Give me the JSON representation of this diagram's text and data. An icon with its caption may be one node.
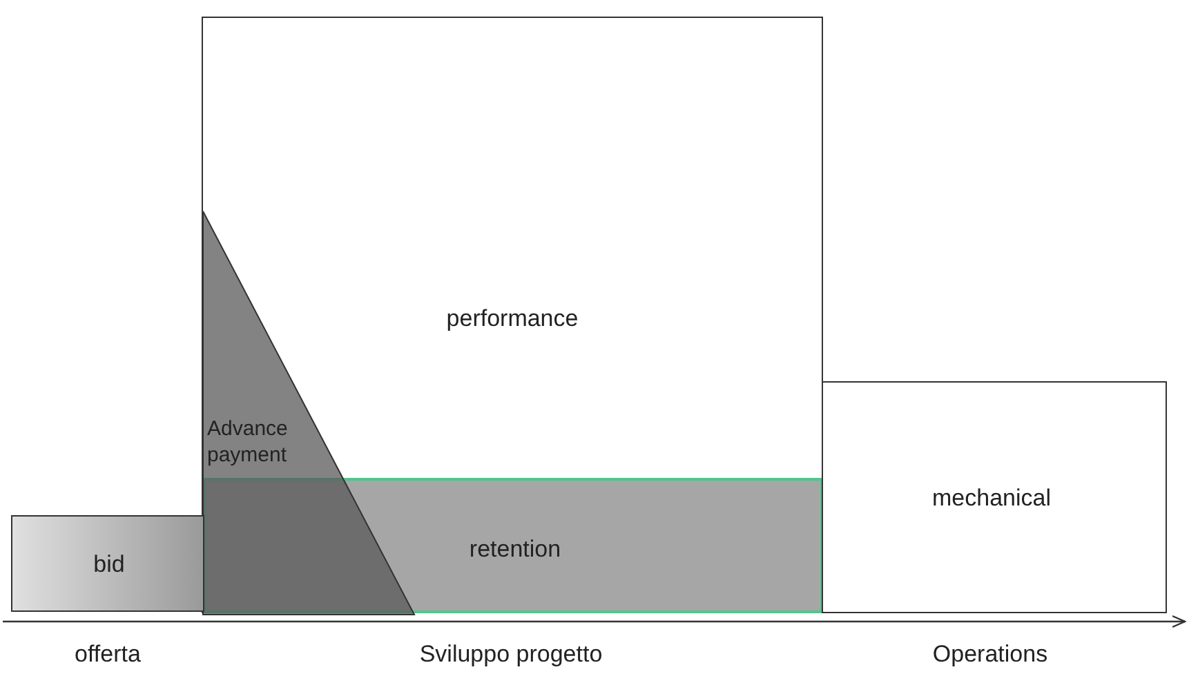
{
  "diagram": {
    "nodes": [
      {
        "text": [
          "bid"
        ]
      },
      {
        "text": [
          "performance"
        ]
      },
      {
        "text": [
          "Advance payment"
        ],
        "in": 1
      },
      {
        "text": [
          "retention"
        ],
        "in": 1
      },
      {
        "text": [
          "mechanical"
        ]
      }
    ],
    "labels": [
      "offerta",
      "Sviluppo progetto",
      "Operations"
    ]
  }
}
